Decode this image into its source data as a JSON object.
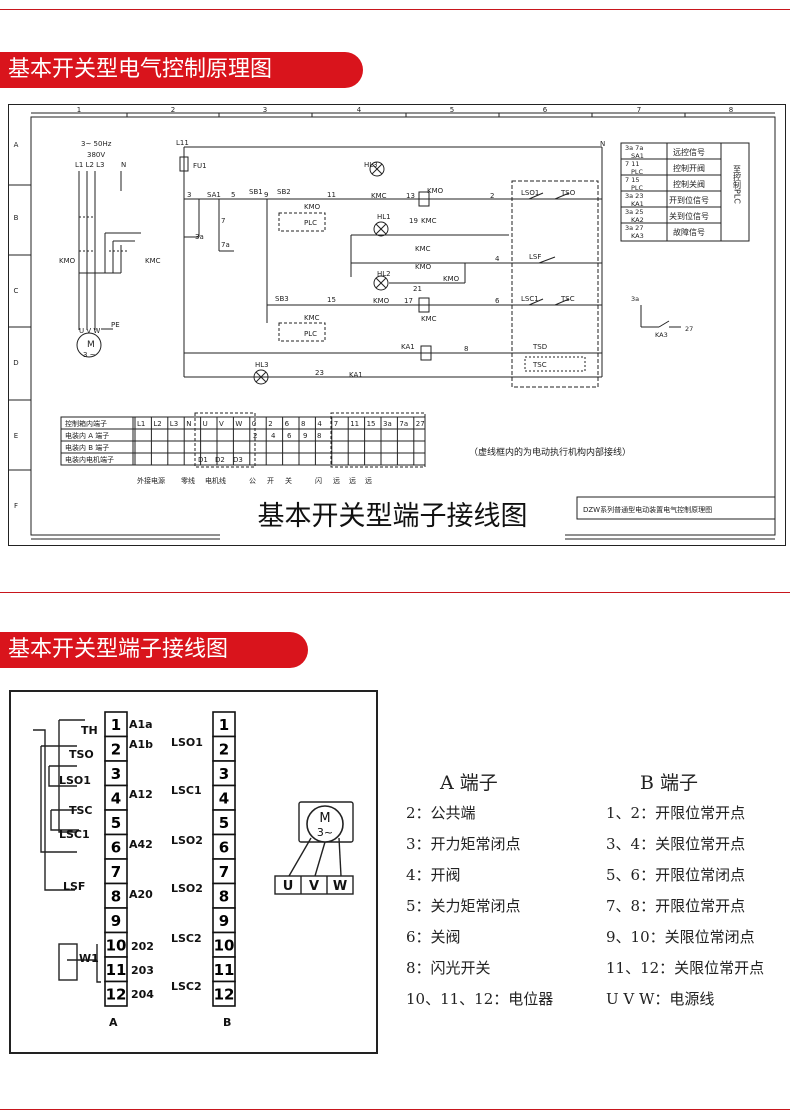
{
  "section1": {
    "banner": "基本开关型电气控制原理图"
  },
  "section2": {
    "banner": "基本开关型端子接线图"
  },
  "sheet": {
    "col_numbers": [
      "1",
      "2",
      "3",
      "4",
      "5",
      "6",
      "7",
      "8"
    ],
    "row_letters": [
      "A",
      "B",
      "C",
      "D",
      "E",
      "F"
    ],
    "supply": {
      "line1": "3~ 50Hz",
      "line2": "380V",
      "phases": "L1 L2 L3",
      "neutral": "N"
    },
    "l11": "L11",
    "n_top": "N",
    "fu1": "FU1",
    "motor": {
      "m": "M",
      "phase": "3 ~",
      "uvw": "U V W",
      "pe": "PE"
    },
    "kmo": "KMO",
    "kmc": "KMC",
    "labels": {
      "hl3": "HL3",
      "hl1": "HL1",
      "hl2": "HL2",
      "sa1": "SA1",
      "sb1": "SB1",
      "sb2": "SB2",
      "sb3": "SB3",
      "plc": "PLC",
      "ka1": "KA1",
      "ka3": "KA3",
      "lso1": "LSO1",
      "tso": "TSO",
      "lsf": "LSF",
      "lsc1": "LSC1",
      "tsc": "TSC",
      "tsd": "TSD",
      "n3": "3",
      "n5": "5",
      "n9": "9",
      "n11": "11",
      "n13": "13",
      "n2": "2",
      "n7": "7",
      "n3a": "3a",
      "n7a": "7a",
      "n19": "19",
      "n4": "4",
      "n21": "21",
      "n15": "15",
      "n17": "17",
      "n6": "6",
      "n8": "8",
      "n23": "23",
      "n27": "27"
    },
    "signal_table": [
      {
        "top": "3a  7a",
        "dev": "SA1",
        "text": "远控信号"
      },
      {
        "top": "7    11",
        "dev": "PLC",
        "text": "控制开阀"
      },
      {
        "top": "7    15",
        "dev": "PLC",
        "text": "控制关阀"
      },
      {
        "top": "3a  23",
        "dev": "KA1",
        "text": "开到位信号"
      },
      {
        "top": "3a  25",
        "dev": "KA2",
        "text": "关到位信号"
      },
      {
        "top": "3a  27",
        "dev": "KA3",
        "text": "故障信号"
      }
    ],
    "signal_side": "至控制PLC",
    "ka3_box": {
      "a": "3a",
      "b": "KA3",
      "c": "27"
    },
    "terminal_table": {
      "header": "控制箱内端子",
      "row_a": "电装内 A 端子",
      "row_b": "电装内 B 端子",
      "row_motor": "电装内电机端子",
      "cols": [
        "L1",
        "L2",
        "L3",
        "N",
        "U",
        "V",
        "W",
        "0",
        "2",
        "6",
        "8",
        "4",
        "7",
        "11",
        "15",
        "3a",
        "7a",
        "27"
      ],
      "a_values": [
        "2",
        "4",
        "6",
        "9",
        "8"
      ],
      "motor_values": [
        "D1",
        "D2",
        "D3"
      ],
      "foot": [
        "外接电源",
        "零线",
        "电机线",
        "公",
        "开",
        "关",
        "闪",
        "远",
        "远",
        "远"
      ]
    },
    "note": "（虚线框内的为电动执行机构内部接线）",
    "title_block": "DZW系列普通型电动装置电气控制原理图"
  },
  "overlay_title": "基本开关型端子接线图",
  "terminal_diagram": {
    "a_numbers": [
      "1",
      "2",
      "3",
      "4",
      "5",
      "6",
      "7",
      "8",
      "9",
      "10",
      "11",
      "12"
    ],
    "a_side": [
      "A1a",
      "A1b",
      "A12",
      "A42",
      "A20",
      "202",
      "203",
      "204"
    ],
    "a_switches": [
      "TH",
      "TSO",
      "LSO1",
      "TSC",
      "LSC1",
      "LSF",
      "W1"
    ],
    "b_numbers": [
      "1",
      "2",
      "3",
      "4",
      "5",
      "6",
      "7",
      "8",
      "9",
      "10",
      "11",
      "12"
    ],
    "b_switches": [
      "LSO1",
      "LSC1",
      "LSO2",
      "LSO2",
      "LSC2",
      "LSC2"
    ],
    "a_label": "A",
    "b_label": "B",
    "motor": {
      "m": "M",
      "phase": "3~",
      "u": "U",
      "v": "V",
      "w": "W"
    }
  },
  "legend": {
    "a_title": "A  端子",
    "b_title": "B  端子",
    "a_items": [
      "2：公共端",
      "3：开力矩常闭点",
      "4：开阀",
      "5：关力矩常闭点",
      "6：关阀",
      "8：闪光开关",
      "10、11、12：电位器"
    ],
    "b_items": [
      "1、2：开限位常开点",
      "3、4：关限位常开点",
      "5、6：开限位常闭点",
      "7、8：开限位常开点",
      "9、10：关限位常闭点",
      "11、12：关限位常开点",
      "U V W：电源线"
    ]
  }
}
